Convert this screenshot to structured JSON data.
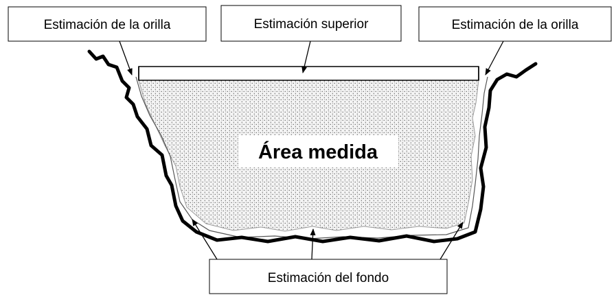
{
  "labels": {
    "bank_left": "Estimación de la orilla",
    "top": "Estimación superior",
    "bank_right": "Estimación de la orilla",
    "bottom": "Estimación del fondo",
    "measured_area": "Área medida"
  },
  "colors": {
    "ink": "#000000",
    "background": "#ffffff",
    "stipple": "#3a3a3a",
    "fill_base": "#f4f4f4"
  }
}
